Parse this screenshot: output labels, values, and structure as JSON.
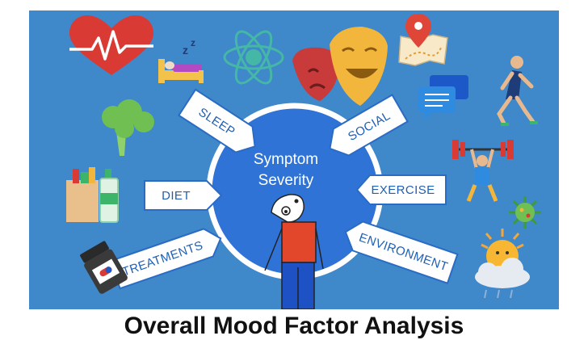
{
  "center": {
    "line1": "Symptom",
    "line2": "Severity"
  },
  "factors": {
    "sleep": "SLEEP",
    "diet": "DIET",
    "treatments": "TREATMENTS",
    "social": "SOCIAL",
    "exercise": "EXERCISE",
    "environment": "ENVIRONMENT"
  },
  "footer": {
    "title": "Overall Mood Factor Analysis"
  },
  "colors": {
    "background": "#3f88c9",
    "hub": "#2f73d6",
    "label_text": "#1f5fb4",
    "ring": "#ffffff"
  },
  "icons": [
    "heart-pulse-icon",
    "sleep-bed-icon",
    "atom-icon",
    "theater-masks-icon",
    "map-pin-icon",
    "chat-bubbles-icon",
    "runner-icon",
    "broccoli-icon",
    "weightlifter-icon",
    "groceries-icon",
    "virus-icon",
    "pill-bottle-icon",
    "sun-cloud-icon",
    "person-figure-icon"
  ]
}
